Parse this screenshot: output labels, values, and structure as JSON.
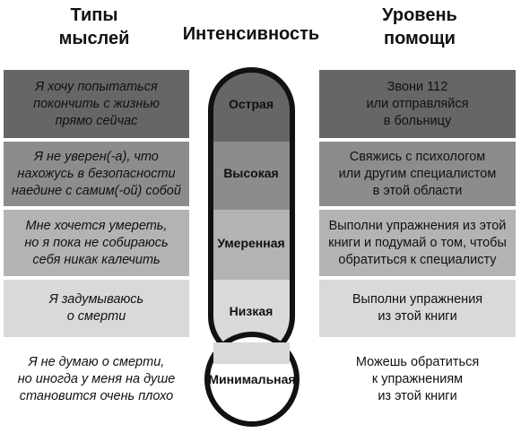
{
  "headers": {
    "thoughts": [
      "Типы",
      "мыслей"
    ],
    "intensity": [
      "Интенсивность"
    ],
    "help": [
      "Уровень",
      "помощи"
    ]
  },
  "levels": [
    {
      "name": "Острая",
      "color": "#666666",
      "thought": [
        "Я хочу попытаться",
        "покончить с жизнью",
        "прямо сейчас"
      ],
      "help": [
        "Звони 112",
        "или отправляйся",
        "в больницу"
      ]
    },
    {
      "name": "Высокая",
      "color": "#8c8c8c",
      "thought": [
        "Я не уверен(-а), что",
        "нахожусь в безопасности",
        "наедине с самим(-ой) собой"
      ],
      "help": [
        "Свяжись с психологом",
        "или другим специалистом",
        "в этой области"
      ]
    },
    {
      "name": "Умеренная",
      "color": "#b3b3b3",
      "thought": [
        "Мне хочется умереть,",
        "но я пока не собираюсь",
        "себя никак калечить"
      ],
      "help": [
        "Выполни упражнения из этой",
        "книги и подумай о том, чтобы",
        "обратиться к специалисту"
      ]
    },
    {
      "name": "Низкая",
      "color": "#d9d9d9",
      "thought": [
        "Я задумываюсь",
        "о смерти"
      ],
      "help": [
        "Выполни упражнения",
        "из этой книги"
      ]
    },
    {
      "name": "Минимальная",
      "color": "#ffffff",
      "thought": [
        "Я не думаю о смерти,",
        "но иногда у меня на душе",
        "становится очень плохо"
      ],
      "help": [
        "Можешь обратиться",
        "к упражнениям",
        "из этой книги"
      ]
    }
  ]
}
